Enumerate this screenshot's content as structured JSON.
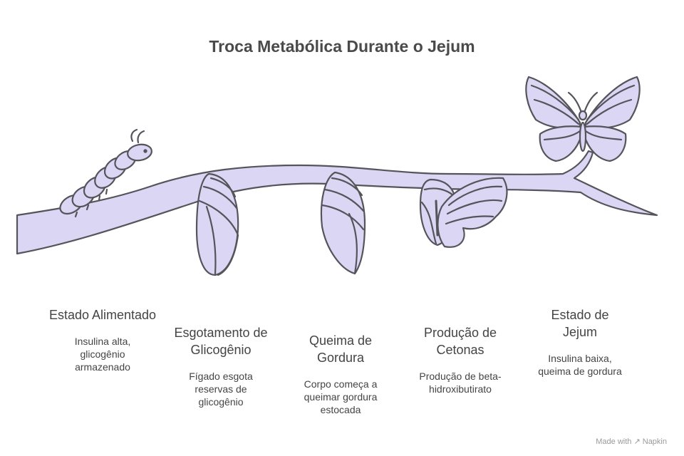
{
  "title": "Troca Metabólica Durante o Jejum",
  "stages": [
    {
      "title": "Estado Alimentado",
      "description": "Insulina alta, glicogênio armazenado"
    },
    {
      "title": "Esgotamento de Glicogênio",
      "description": "Fígado esgota reservas de glicogênio"
    },
    {
      "title": "Queima de Gordura",
      "description": "Corpo começa a queimar gordura estocada"
    },
    {
      "title": "Produção de Cetonas",
      "description": "Produção de beta-hidroxibutirato"
    },
    {
      "title": "Estado de Jejum",
      "description": "Insulina baixa, queima de gordura"
    }
  ],
  "footer": {
    "label": "Made with",
    "brand": "Napkin"
  },
  "colors": {
    "fill": "#dcd6f5",
    "stroke": "#55545a",
    "text": "#444444"
  }
}
